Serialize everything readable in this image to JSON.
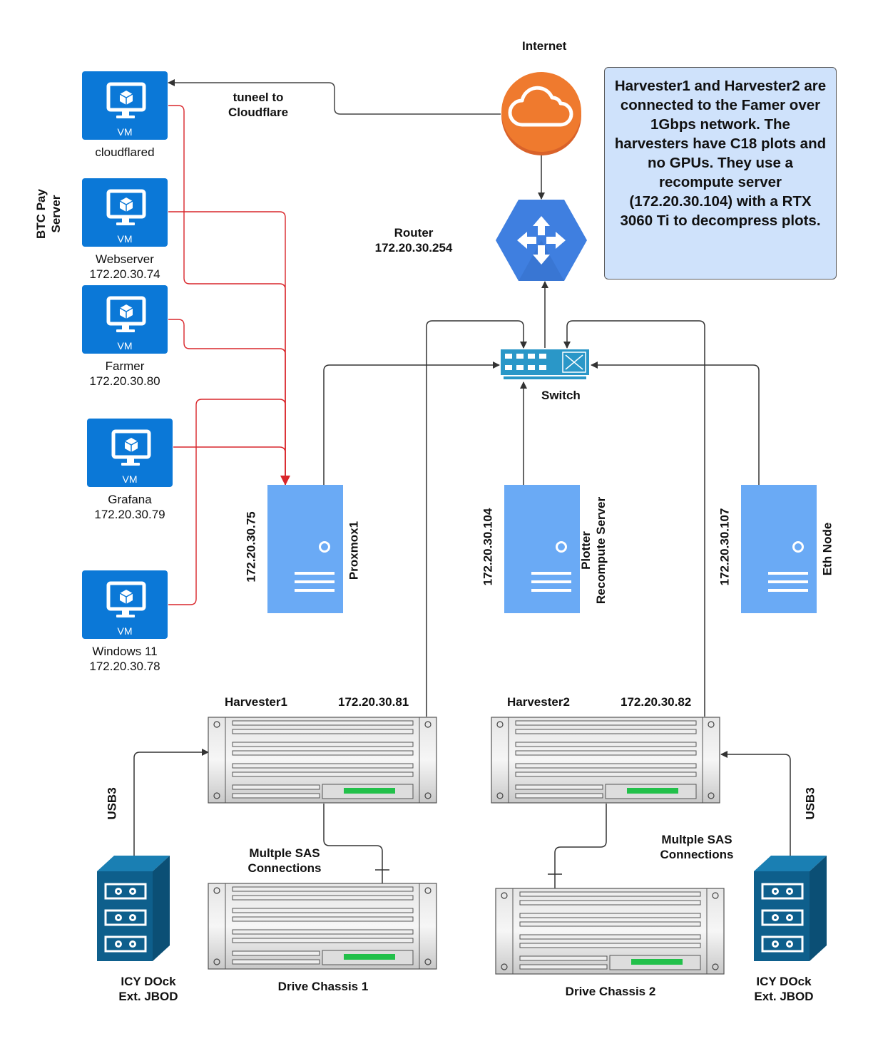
{
  "internet": {
    "label": "Internet"
  },
  "tunnel": {
    "line1": "tuneel to",
    "line2": "Cloudflare"
  },
  "router": {
    "name": "Router",
    "ip": "172.20.30.254"
  },
  "switch": {
    "label": "Switch"
  },
  "note": {
    "text": "Harvester1 and Harvester2 are connected to the Famer over 1Gbps network. The harvesters have C18 plots and no GPUs. They use a recompute server (172.20.30.104) with a RTX 3060 Ti to decompress plots."
  },
  "btc_group": {
    "line1": "BTC Pay",
    "line2": "Server"
  },
  "vms": [
    {
      "icon_text": "VM",
      "name": "cloudflared",
      "ip": ""
    },
    {
      "icon_text": "VM",
      "name": "Webserver",
      "ip": "172.20.30.74"
    },
    {
      "icon_text": "VM",
      "name": "Farmer",
      "ip": "172.20.30.80"
    },
    {
      "icon_text": "VM",
      "name": "Grafana",
      "ip": "172.20.30.79"
    },
    {
      "icon_text": "VM",
      "name": "Windows 11",
      "ip": "172.20.30.78"
    }
  ],
  "servers": [
    {
      "ip": "172.20.30.75",
      "name_line1": "Proxmox1",
      "name_line2": ""
    },
    {
      "ip": "172.20.30.104",
      "name_line1": "Plotter",
      "name_line2": "Recompute Server"
    },
    {
      "ip": "172.20.30.107",
      "name_line1": "Eth Node",
      "name_line2": ""
    }
  ],
  "harvesters": [
    {
      "name": "Harvester1",
      "ip": "172.20.30.81"
    },
    {
      "name": "Harvester2",
      "ip": "172.20.30.82"
    }
  ],
  "chassis": [
    {
      "label": "Drive Chassis 1"
    },
    {
      "label": "Drive Chassis 2"
    }
  ],
  "sas": [
    {
      "line1": "Multple SAS",
      "line2": "Connections"
    },
    {
      "line1": "Multple SAS",
      "line2": "Connections"
    }
  ],
  "usb": [
    {
      "label": "USB3"
    },
    {
      "label": "USB3"
    }
  ],
  "jbod": [
    {
      "line1": "ICY DOck",
      "line2": "Ext. JBOD"
    },
    {
      "line1": "ICY DOck",
      "line2": "Ext. JBOD"
    }
  ],
  "colors": {
    "vm_blue": "#0b78d7",
    "server_blue": "#6aaaf5",
    "cloud_orange": "#ef7a2e",
    "router_blue": "#3f7fe0",
    "switch_blue": "#2a97c8",
    "jbod_teal": "#0e5f8c",
    "link_red": "#d9262b",
    "link_gray": "#444444",
    "note_fill": "#cfe2fb",
    "disk_green": "#22c04a"
  }
}
